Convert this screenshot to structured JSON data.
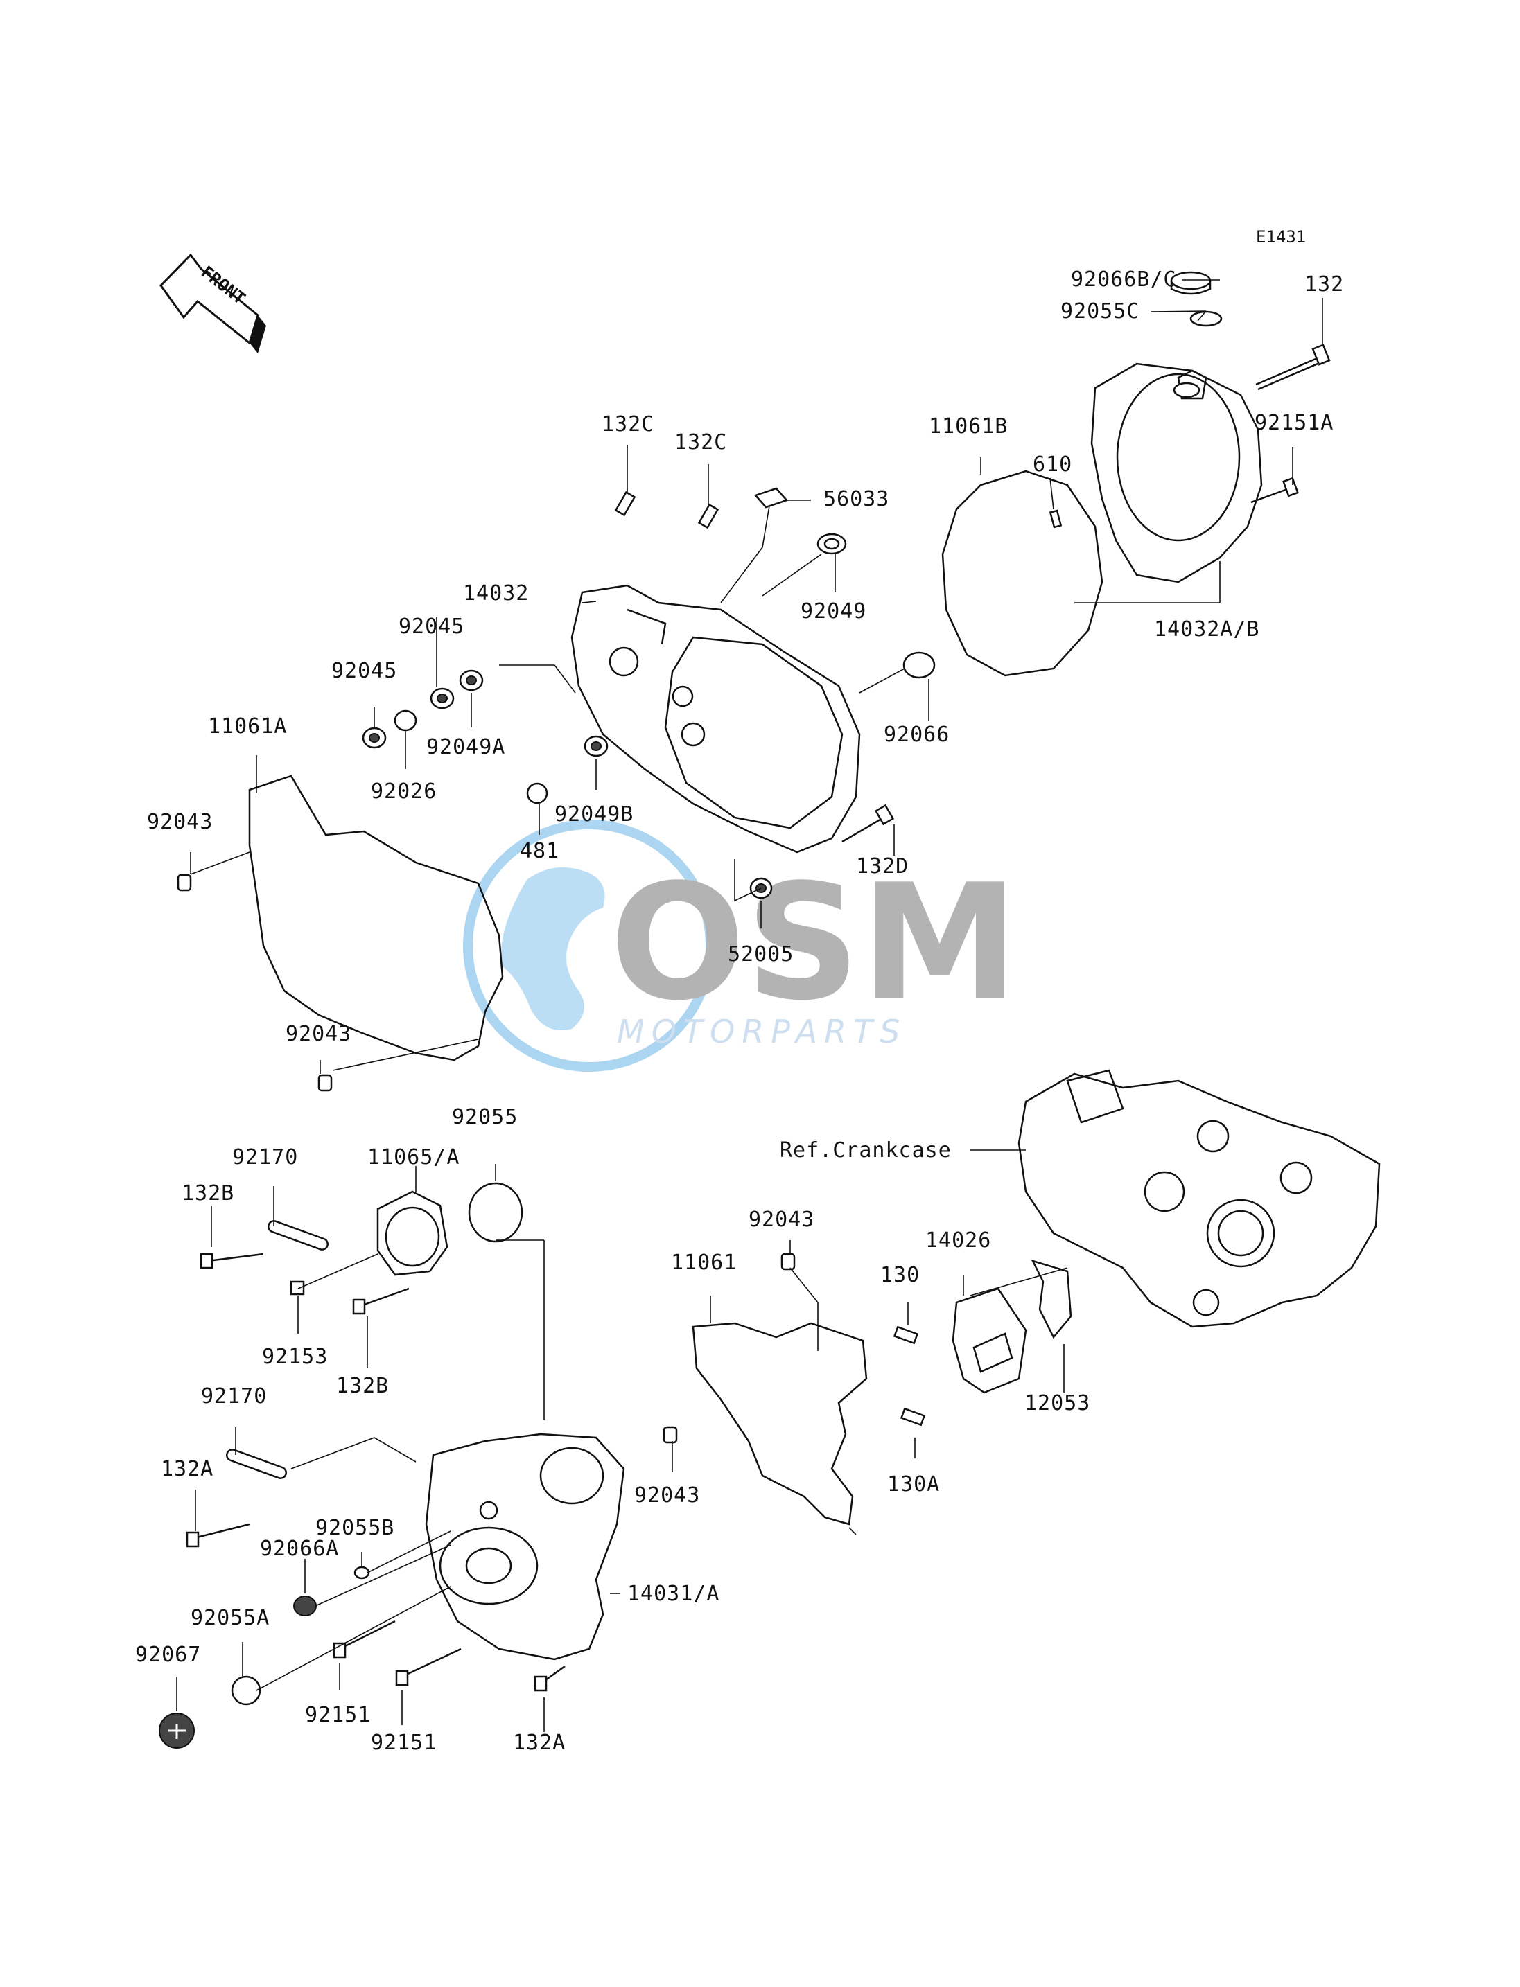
{
  "diagram_code": "E1431",
  "front_label": "FRONT",
  "watermark": {
    "brand": "OSM",
    "sub": "MOTORPARTS",
    "brand_color": "#9a9a9a",
    "globe_color": "#8fc8ec"
  },
  "labels": {
    "p92066BC": "92066B/C",
    "p92055C": "92055C",
    "p132": "132",
    "p92151A": "92151A",
    "p14032AB": "14032A/B",
    "p610": "610",
    "p11061B": "11061B",
    "p132C_1": "132C",
    "p132C_2": "132C",
    "p56033": "56033",
    "p92049": "92049",
    "p14032": "14032",
    "p92045_1": "92045",
    "p92045_2": "92045",
    "p92049A": "92049A",
    "p92026": "92026",
    "p92066": "92066",
    "p92049B": "92049B",
    "p481": "481",
    "p11061A": "11061A",
    "p92043_1": "92043",
    "p132D": "132D",
    "p52005": "52005",
    "p92043_2": "92043",
    "p92055": "92055",
    "p92170_1": "92170",
    "p11065A": "11065/A",
    "p132B_1": "132B",
    "p92153": "92153",
    "p132B_2": "132B",
    "pRefCrankcase": "Ref.Crankcase",
    "p92043_3": "92043",
    "p11061": "11061",
    "p14026": "14026",
    "p130": "130",
    "p12053": "12053",
    "p92043_4": "92043",
    "p130A": "130A",
    "p92170_2": "92170",
    "p132A_1": "132A",
    "p92055B": "92055B",
    "p92066A": "92066A",
    "p14031A": "14031/A",
    "p92055A": "92055A",
    "p92067": "92067",
    "p92151_1": "92151",
    "p92151_2": "92151",
    "p132A_2": "132A"
  }
}
